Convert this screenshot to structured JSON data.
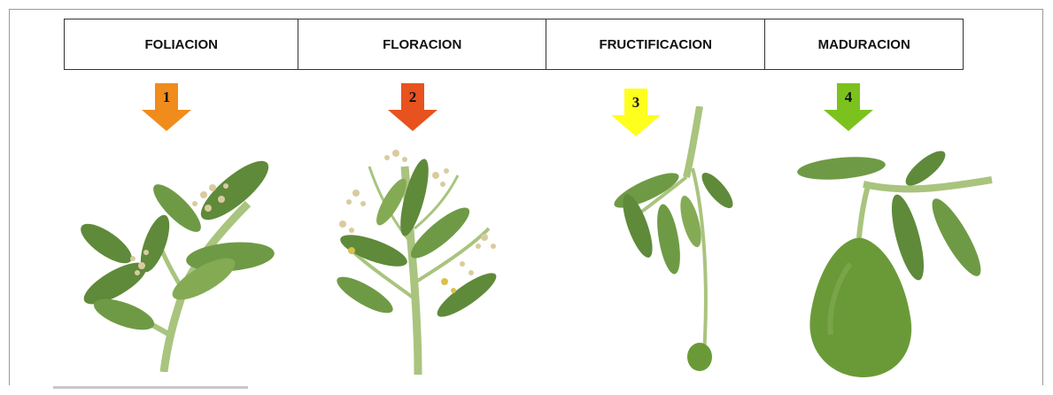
{
  "stages": [
    {
      "label": "FOLIACION",
      "number": "1",
      "arrow_color": "#f08c1c",
      "illustration": "leafy-shoot-icon"
    },
    {
      "label": "FLORACION",
      "number": "2",
      "arrow_color": "#e8521e",
      "illustration": "flowering-branch-icon"
    },
    {
      "label": "FRUCTIFICACION",
      "number": "3",
      "arrow_color": "#ffff1e",
      "illustration": "fruit-set-branch-icon"
    },
    {
      "label": "MADURACION",
      "number": "4",
      "arrow_color": "#7cc21e",
      "illustration": "ripe-avocado-icon"
    }
  ],
  "colors": {
    "leaf": "#5f8a3a",
    "leaf_light": "#84ab54",
    "stem": "#a9c47e",
    "flower": "#d9cba0",
    "fruit": "#6a9a38"
  }
}
